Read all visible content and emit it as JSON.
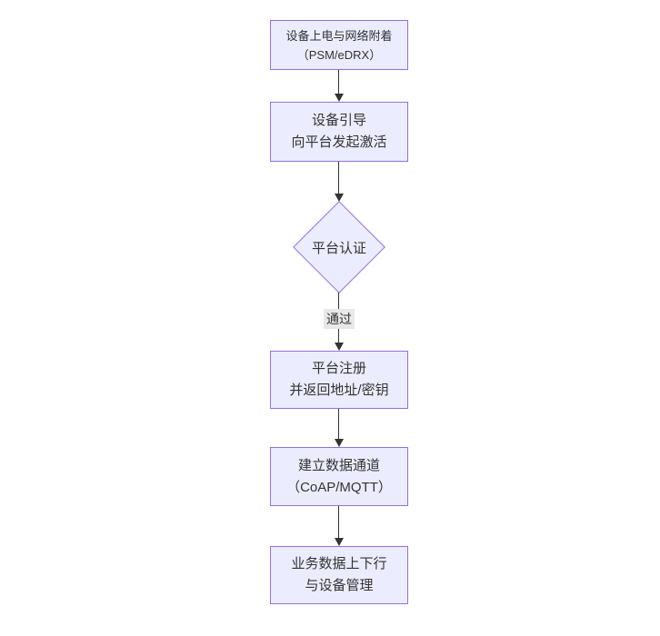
{
  "diagram": {
    "type": "flowchart-top-down",
    "nodes": {
      "power": {
        "line1": "设备上电与网络附着",
        "line2": "（PSM/eDRX）"
      },
      "bootstrap": {
        "line1": "设备引导",
        "line2": "向平台发起激活"
      },
      "auth": {
        "label": "平台认证"
      },
      "register": {
        "line1": "平台注册",
        "line2": "并返回地址/密钥"
      },
      "channel": {
        "line1": "建立数据通道",
        "line2": "（CoAP/MQTT）"
      },
      "business": {
        "line1": "业务数据上下行",
        "line2": "与设备管理"
      }
    },
    "edges": {
      "auth_pass_label": "通过"
    },
    "colors": {
      "node_fill": "#ececff",
      "node_border": "#9370db",
      "arrow": "#333333",
      "edge_label_bg": "#e8e8e8",
      "text": "#333333",
      "background": "#ffffff"
    }
  }
}
